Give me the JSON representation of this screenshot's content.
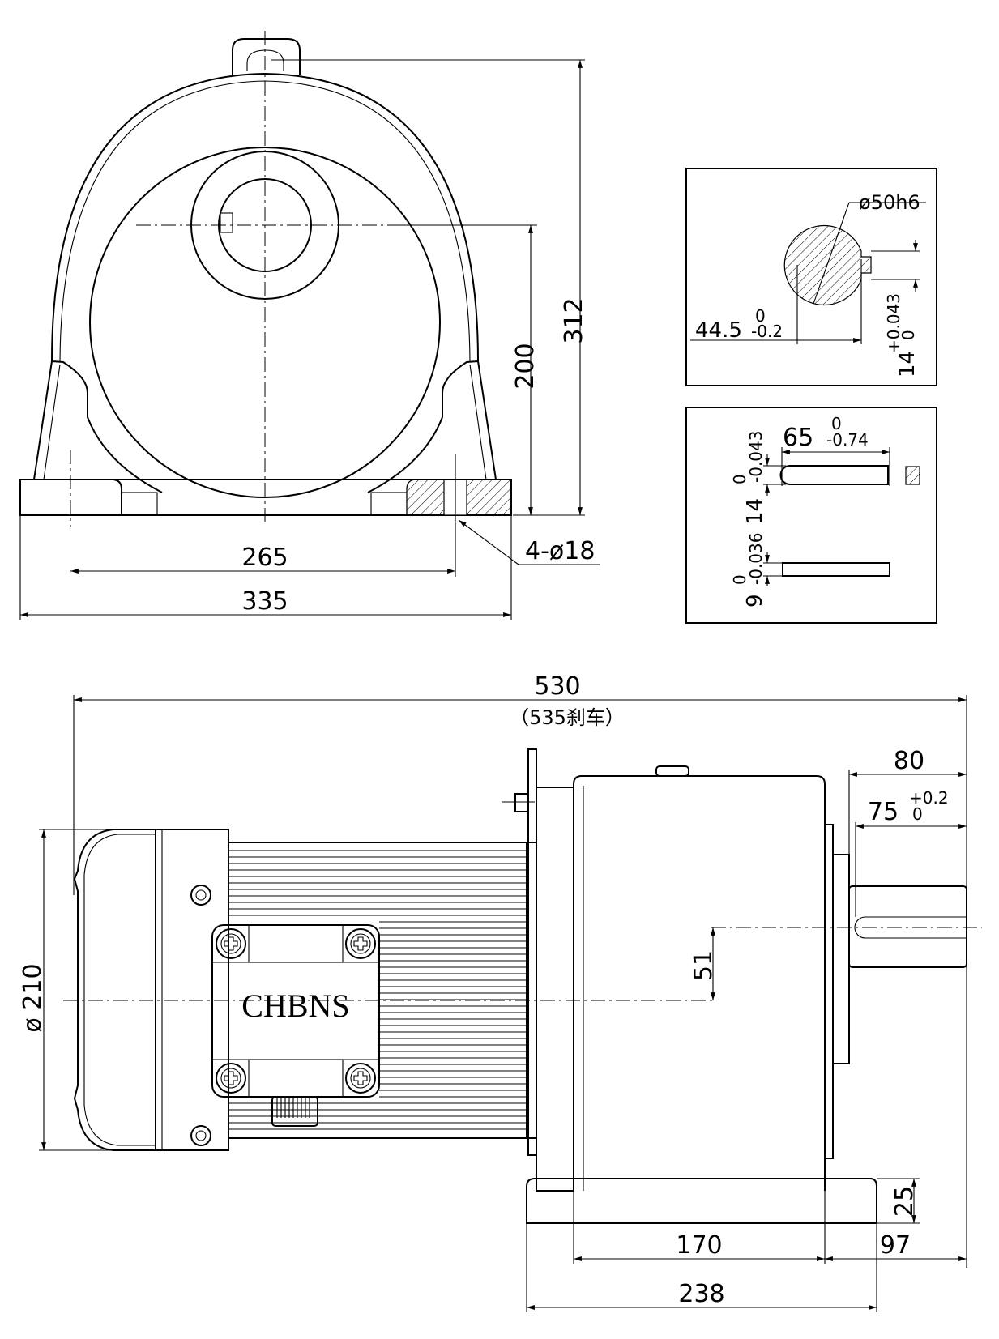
{
  "brand": "CHBNS",
  "front_view": {
    "dims": {
      "total_height": "312",
      "shaft_center_height": "200",
      "bolt_spacing": "265",
      "base_width": "335",
      "holes": "4-ø18"
    }
  },
  "shaft_section": {
    "diameter": "ø50h6",
    "depth_value": "44.5",
    "depth_tol_upper": "0",
    "depth_tol_lower": "-0.2",
    "key_width": "14",
    "key_tol_upper": "+0.043",
    "key_tol_lower": "0"
  },
  "key_detail": {
    "length": "65",
    "length_tol_upper": "0",
    "length_tol_lower": "-0.74",
    "width": "14",
    "width_tol_upper": "0",
    "width_tol_lower": "-0.043",
    "height": "9",
    "height_tol_upper": "0",
    "height_tol_lower": "-0.036"
  },
  "side_view": {
    "dims": {
      "total_length": "530",
      "brake_note": "（535刹车）",
      "shaft_length": "80",
      "key_length": "75",
      "key_tol_upper": "+0.2",
      "key_tol_lower": "0",
      "motor_diameter": "ø 210",
      "shaft_offset": "51",
      "foot_height": "25",
      "foot_bolt_spacing": "170",
      "shaft_to_foot": "97",
      "foot_length": "238"
    }
  }
}
